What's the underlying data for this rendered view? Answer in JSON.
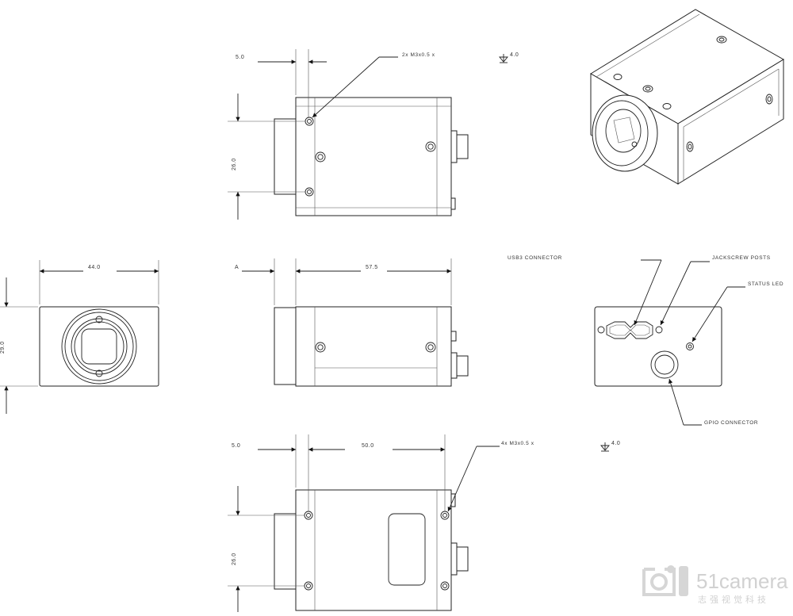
{
  "dimensions": {
    "top_offset": "5.0",
    "top_height": "26.0",
    "front_width": "44.0",
    "front_height": "29.0",
    "side_ref": "A",
    "side_length": "57.5",
    "bottom_offset": "5.0",
    "bottom_spacing": "50.0",
    "bottom_height": "26.0",
    "depth_top": "4.0",
    "depth_bottom": "4.0"
  },
  "callouts": {
    "top_holes": "2x M3x0.5 x",
    "bottom_holes": "4x M3x0.5 x",
    "usb3": "USB3 CONNECTOR",
    "jackscrew": "JACKSCREW POSTS",
    "status_led": "STATUS LED",
    "gpio": "GPIO CONNECTOR"
  },
  "watermark": {
    "brand": "51camera",
    "sub": "志强视觉科技"
  }
}
